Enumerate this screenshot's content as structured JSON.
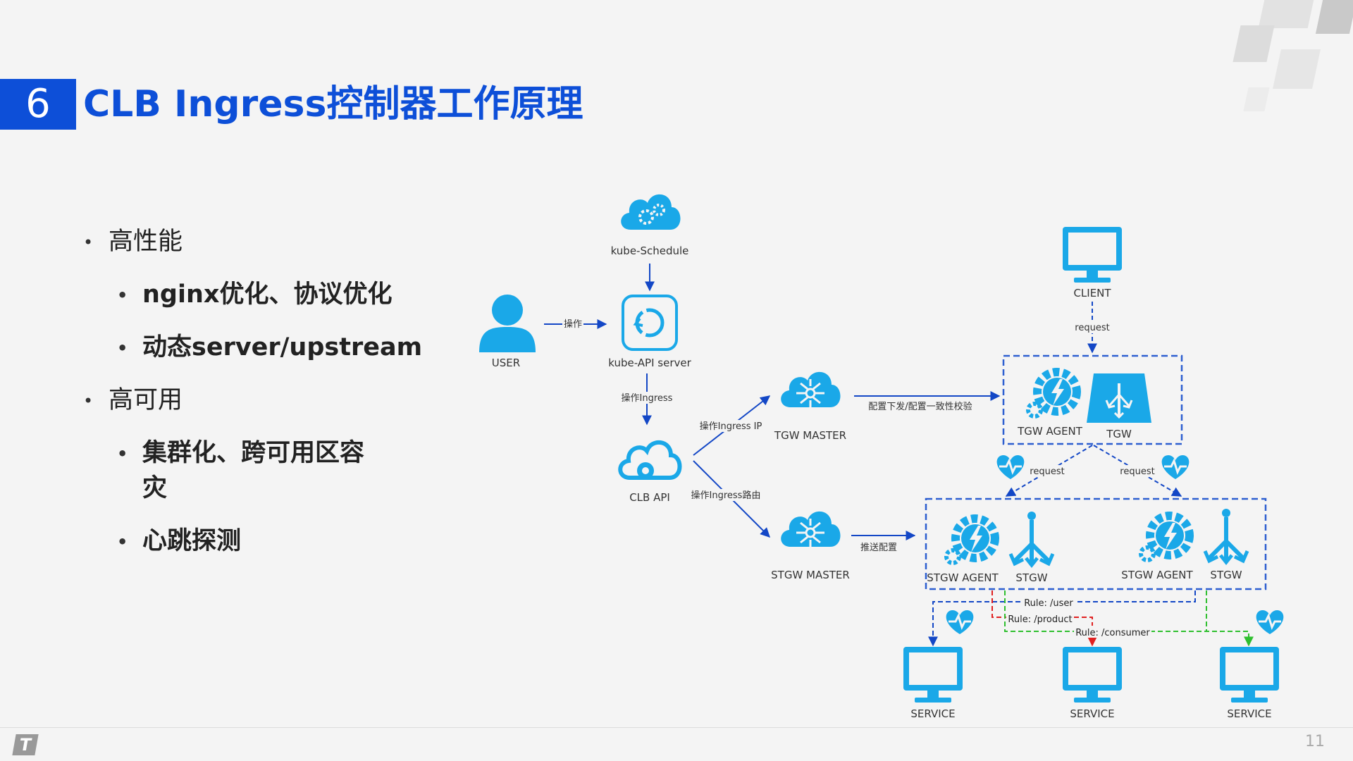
{
  "slide": {
    "number": "6",
    "title": "CLB Ingress控制器工作原理",
    "page": "11"
  },
  "bullets": [
    {
      "level": 1,
      "text": "高性能"
    },
    {
      "level": 2,
      "text": "nginx优化、协议优化"
    },
    {
      "level": 2,
      "text": "动态server/upstream"
    },
    {
      "level": 1,
      "text": "高可用"
    },
    {
      "level": 2,
      "text": "集群化、跨可用区容"
    },
    {
      "level": 2,
      "text": "灾"
    },
    {
      "level": 2,
      "text": "心跳探测"
    }
  ],
  "diagram": {
    "colors": {
      "icon": "#1aa8e8",
      "arrow": "#1347c6",
      "dashed_box": "#2d5fd0",
      "red": "#e02020",
      "green": "#2fbf2f"
    },
    "nodes": {
      "kube_schedule": "kube-Schedule",
      "kube_api": "kube-API server",
      "user": "USER",
      "clb_api": "CLB API",
      "tgw_master": "TGW MASTER",
      "stgw_master": "STGW MASTER",
      "client": "CLIENT",
      "tgw_agent": "TGW AGENT",
      "tgw": "TGW",
      "stgw_agent_1": "STGW AGENT",
      "stgw_1": "STGW",
      "stgw_agent_2": "STGW AGENT",
      "stgw_2": "STGW",
      "service_1": "SERVICE",
      "service_2": "SERVICE",
      "service_3": "SERVICE"
    },
    "edge_labels": {
      "operate": "操作",
      "operate_ingress": "操作Ingress",
      "operate_ingress_ip": "操作Ingress IP",
      "operate_ingress_route": "操作Ingress路由",
      "config_push": "配置下发/配置一致性校验",
      "push_config": "推送配置",
      "request_client": "request",
      "request_left": "request",
      "request_right": "request",
      "rule_user": "Rule: /user",
      "rule_product": "Rule: /product",
      "rule_consumer": "Rule: /consumer"
    }
  }
}
